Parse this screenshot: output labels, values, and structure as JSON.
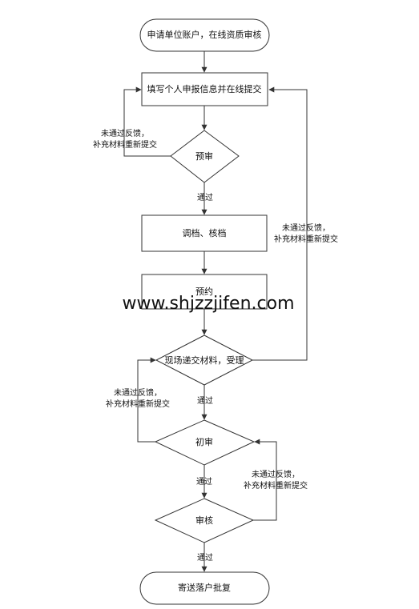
{
  "nodes": {
    "start": "申请单位账户，在线资质审核",
    "fill": "填写个人申报信息并在线提交",
    "precheck": "预审",
    "archive": "调档、核档",
    "appointment": "预约",
    "onsite": "现场递交材料，受理",
    "first_review": "初审",
    "review": "审核",
    "end": "寄送落户批复"
  },
  "edges": {
    "pass": "通过",
    "fail_line1": "未通过反馈，",
    "fail_line2": "补充材料重新提交"
  },
  "watermark": "www.shjzzjifen.com"
}
